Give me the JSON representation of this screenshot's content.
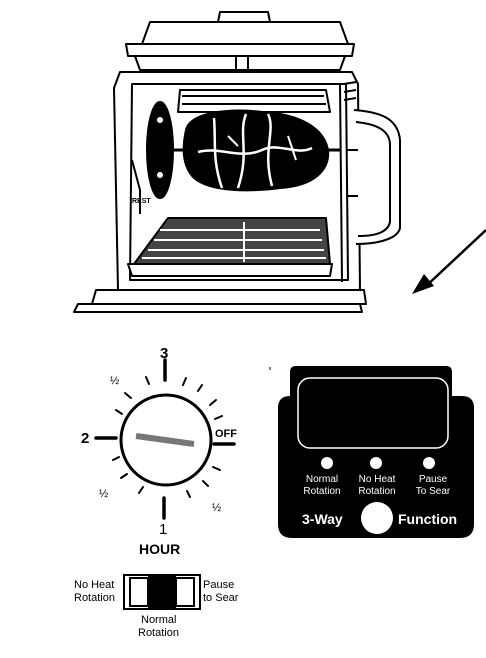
{
  "oven": {
    "rest_label": "REST"
  },
  "timer": {
    "label_3": "3",
    "label_half_top": "½",
    "label_2": "2",
    "label_off": "OFF",
    "label_half_left": "½",
    "label_1": "1",
    "label_half_right": "½",
    "label_hour": "HOUR"
  },
  "switch": {
    "left_line1": "No Heat",
    "left_line2": "Rotation",
    "right_line1": "Pause",
    "right_line2": "to Sear",
    "bottom_line1": "Normal",
    "bottom_line2": "Rotation"
  },
  "panel": {
    "opt1_line1": "Normal",
    "opt1_line2": "Rotation",
    "opt2_line1": "No Heat",
    "opt2_line2": "Rotation",
    "opt3_line1": "Pause",
    "opt3_line2": "To Sear",
    "label_left": "3-Way",
    "label_right": "Function"
  },
  "colors": {
    "ink": "#000000",
    "paper": "#ffffff",
    "pointer": "#777777",
    "tray": "#444444"
  }
}
